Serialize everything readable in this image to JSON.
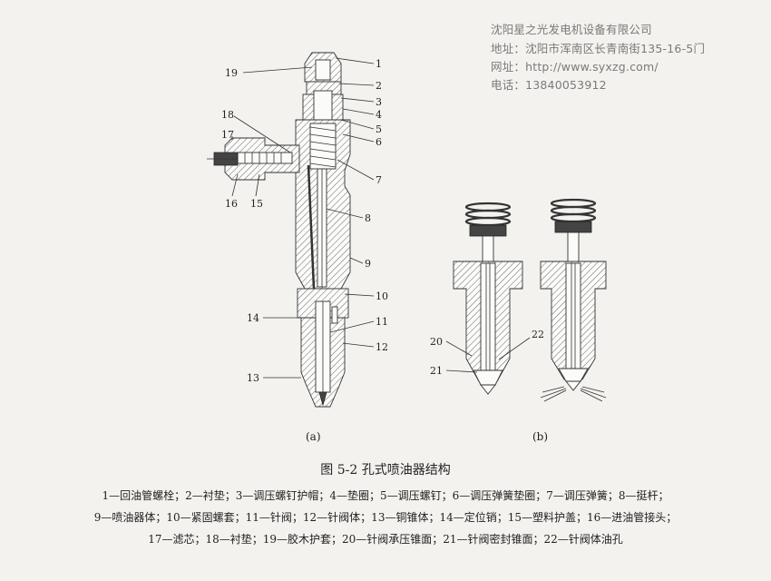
{
  "watermark": {
    "company": "沈阳星之光发电机设备有限公司",
    "address": "地址：沈阳市浑南区长青南街135-16-5门",
    "website": "网址：http://www.syxzg.com/",
    "phone": "电话：13840053912"
  },
  "figure": {
    "caption": "图 5-2   孔式喷油器结构",
    "sub_a": "(a)",
    "sub_b": "(b)",
    "callouts_a": [
      "1",
      "2",
      "3",
      "4",
      "5",
      "6",
      "7",
      "8",
      "9",
      "10",
      "11",
      "12",
      "13",
      "14",
      "15",
      "16",
      "17",
      "18",
      "19"
    ],
    "callouts_b": [
      "20",
      "21",
      "22"
    ]
  },
  "legend": {
    "line1": "1—回油管螺栓；2—衬垫；3—调压螺钉护帽；4—垫圈；5—调压螺钉；6—调压弹簧垫圈；7—调压弹簧；8—挺杆；",
    "line2": "9—喷油器体；10—紧固螺套；11—针阀；12—针阀体；13—铜锥体；14—定位销；15—塑料护盖；16—进油管接头；",
    "line3": "17—滤芯；18—衬垫；19—胶木护套；20—针阀承压锥面；21—针阀密封锥面；22—针阀体油孔"
  }
}
